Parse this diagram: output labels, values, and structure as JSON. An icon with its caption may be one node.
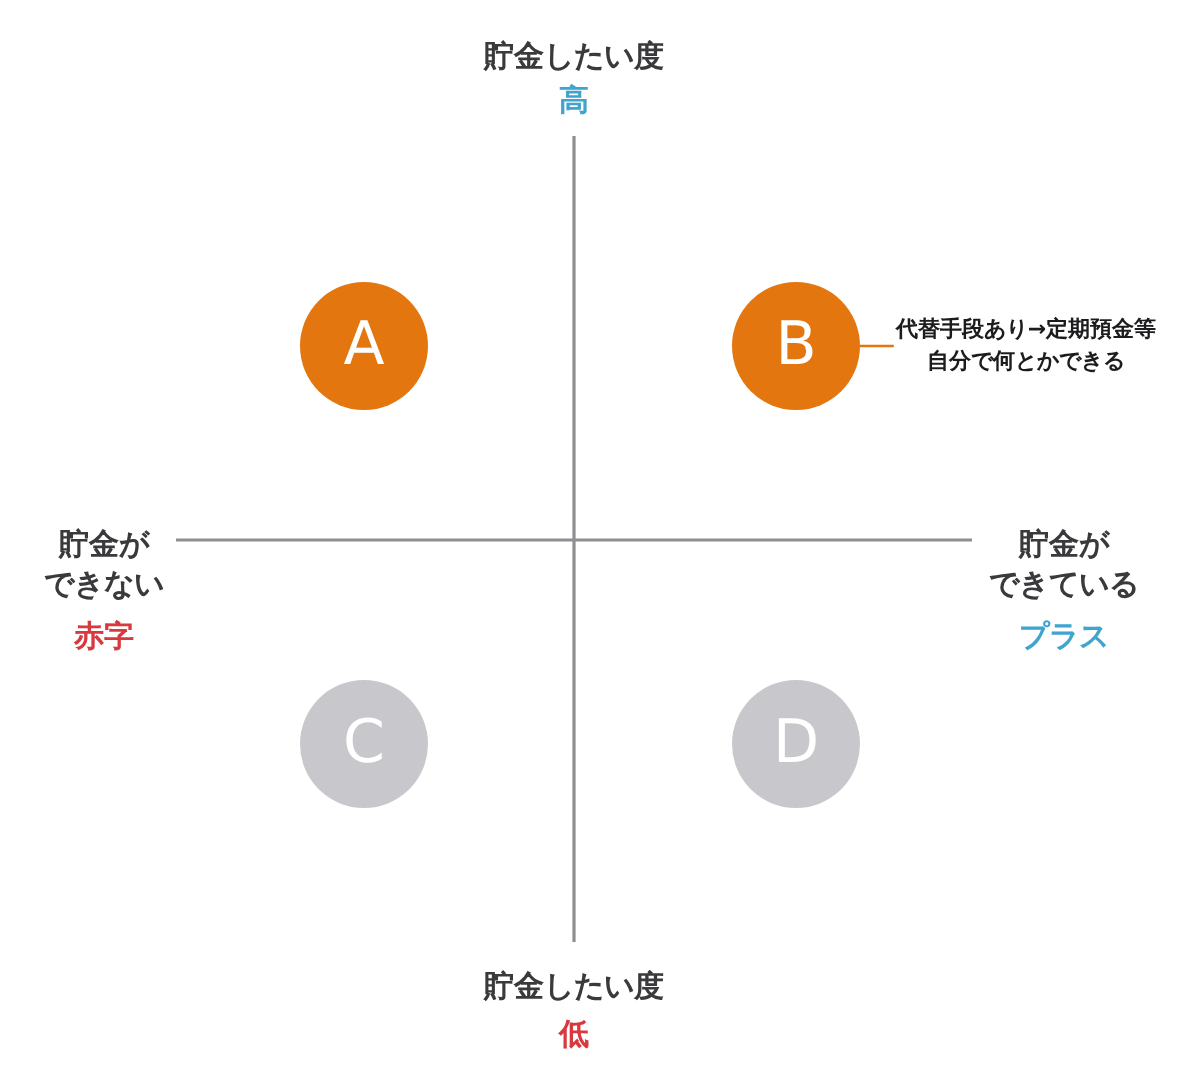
{
  "diagram": {
    "nodes": [
      {
        "text": [
          "A"
        ]
      },
      {
        "text": [
          "B"
        ]
      },
      {
        "text": [
          "代替手段あり→定期預金等自分で何とかできる"
        ]
      },
      {
        "text": [
          "C"
        ]
      },
      {
        "text": [
          "D"
        ]
      }
    ],
    "edges": [
      {
        "from": 2,
        "to": 1,
        "arrow": "none"
      }
    ],
    "labels": [
      "貯金したい度",
      "高",
      "貯金ができない",
      "赤字",
      "貯金ができている",
      "プラス",
      "貯金したい度",
      "低"
    ]
  }
}
